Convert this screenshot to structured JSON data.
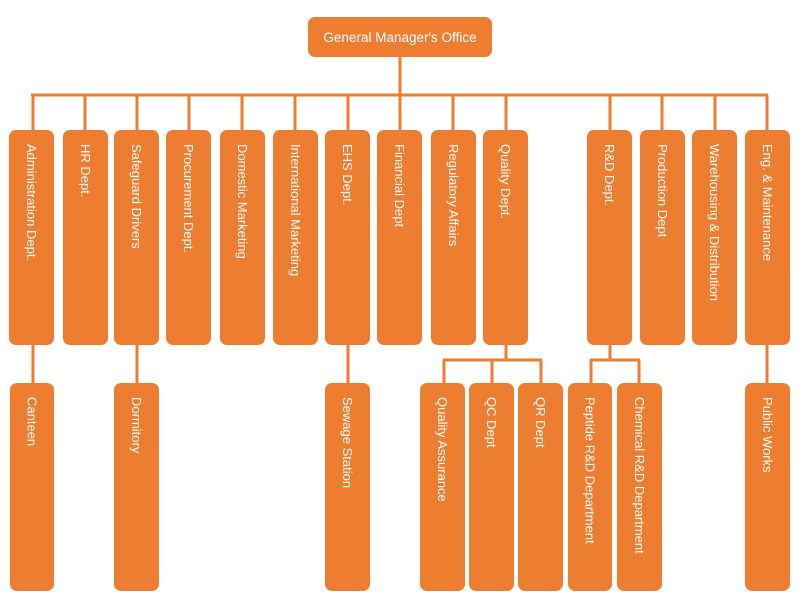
{
  "colors": {
    "node_fill": "#ed7d31",
    "connector": "#ed7d31",
    "text": "#ffffff"
  },
  "root": {
    "label": "General Manager's Office"
  },
  "departments": [
    "Administration Dept.",
    "HR Dept.",
    "Safeguard Drivers",
    "Procurement Dept.",
    "Domestic Marketing",
    "International Marketing",
    "EHS Dept.",
    "Financial Dept",
    "Regulatory Affairs",
    "Quality Dept.",
    "R&D Dept.",
    "Production Dept",
    "Warehousing & Distribution",
    "Eng. & Maintenance"
  ],
  "sub_units": [
    "Canteen",
    "Dormitory",
    "Sewage Station",
    "Quality Assurance",
    "QC Dept",
    "QR Dept",
    "Peptide R&D Department",
    "Chemical R&D Department",
    "Public Works"
  ]
}
